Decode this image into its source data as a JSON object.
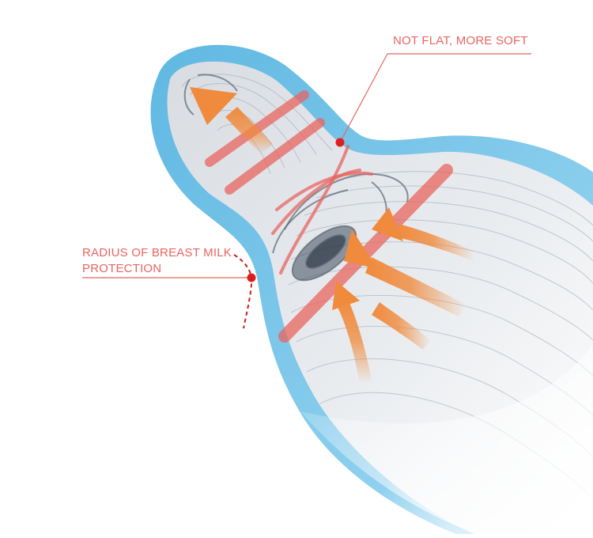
{
  "annotations": {
    "top": "NOT FLAT, MORE SOFT",
    "left_line1": "RADIUS OF BREAST MILK",
    "left_line2": "PROTECTION"
  },
  "colors": {
    "outline_blue": "#6ec3e6",
    "accent_red": "#e8645f",
    "arrow_orange": "#f08a3c",
    "contour_gray": "#8a97a3"
  },
  "icons": [
    "up-left-arrow",
    "right-pointing-arrows"
  ]
}
